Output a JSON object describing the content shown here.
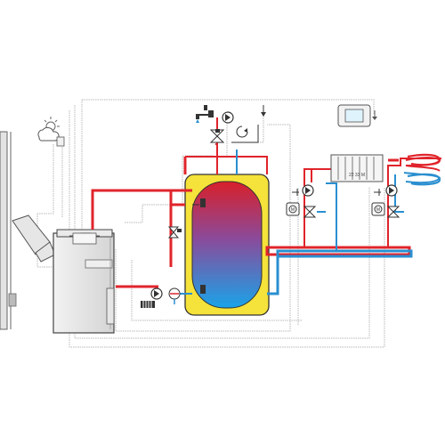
{
  "labels": {
    "mixer_left_code": "M",
    "mixer_right_code": "M",
    "radiator_code": "22 33 M"
  },
  "colors": {
    "hot": "#e0242b",
    "cold": "#2a8fd0",
    "tank_shell": "#f5e23a",
    "control_wiring": "#b8b8b8"
  },
  "components": {
    "chimney_flue": "chimney-icon",
    "weather_sensor": "sun-cloud-icon",
    "boiler": "boiler-icon",
    "storage_tank": "buffer-tank-icon",
    "dhw_tap": "water-tap-icon",
    "controller": "control-panel-icon",
    "radiator": "radiator-icon",
    "floor_heating": "underfloor-heating-icon",
    "pumps": "circulation-pump-icon",
    "valves": "three-way-valve-icon"
  }
}
